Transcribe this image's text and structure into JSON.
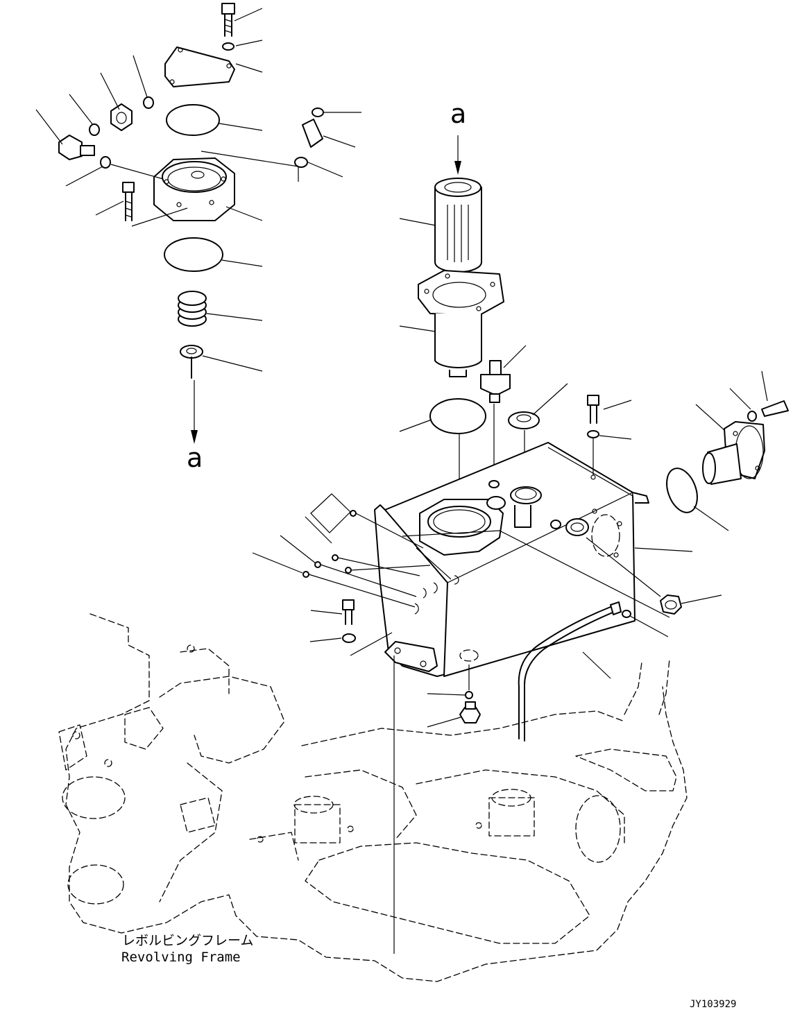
{
  "diagram": {
    "view_labels": {
      "top": "a",
      "bottom": "a"
    },
    "frame_label": {
      "japanese": "レボルビングフレーム",
      "english": "Revolving Frame"
    },
    "drawing_code": "JY103929"
  }
}
